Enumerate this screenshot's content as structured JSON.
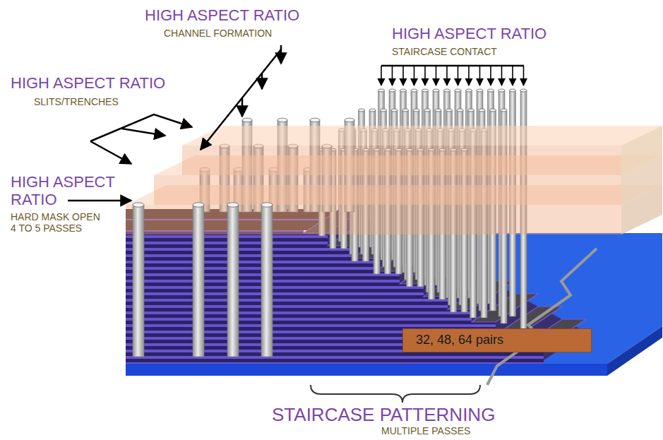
{
  "diagram": {
    "nodes": [
      {
        "text": [
          "32, 48, 64 pairs"
        ]
      }
    ],
    "labels": [
      "HIGH ASPECT RATIO",
      "CHANNEL FORMATION",
      "HIGH ASPECT RATIO",
      "STAIRCASE CONTACT",
      "HIGH ASPECT RATIO",
      "SLITS/TRENCHES",
      "HIGH ASPECT RATIO",
      "HARD MASK OPEN 4 TO 5 PASSES",
      "STAIRCASE PATTERNING",
      "MULTIPLE PASSES"
    ]
  }
}
